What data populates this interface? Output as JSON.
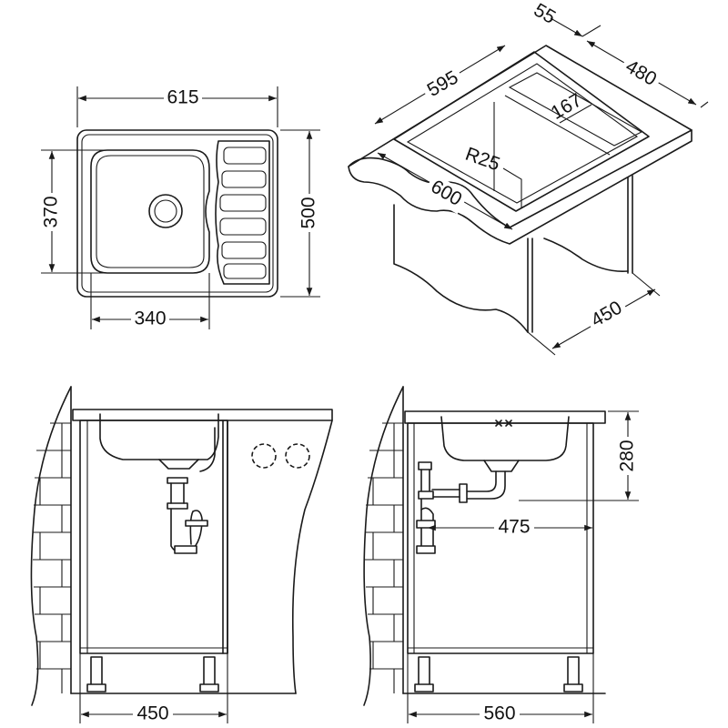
{
  "plan_view": {
    "width": "615",
    "bowl_height": "370",
    "depth": "500",
    "bowl_width": "340"
  },
  "iso_view": {
    "rim": "55",
    "cutout_width": "595",
    "cutout_depth": "480",
    "drainer": "167",
    "corner_radius": "R25",
    "cabinet_width": "600",
    "cabinet_depth": "450"
  },
  "front_view": {
    "cabinet_width": "450"
  },
  "side_view": {
    "bowl_depth": "280",
    "drain_offset": "475",
    "cabinet_depth": "560"
  },
  "colors": {
    "line": "#1a1a1a",
    "background": "#ffffff"
  }
}
